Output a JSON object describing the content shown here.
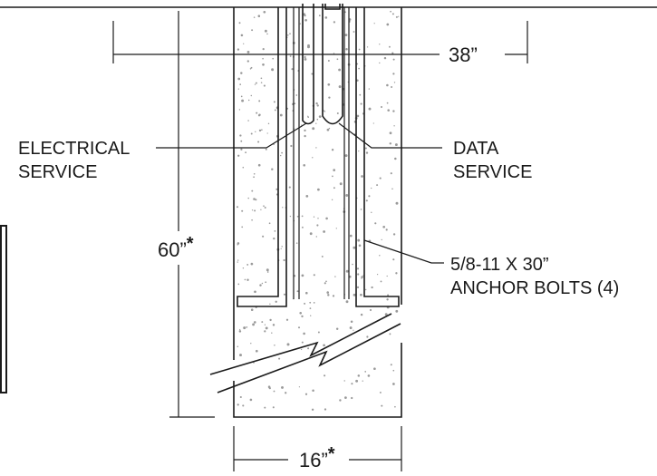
{
  "labels": {
    "electrical_line1": "ELECTRICAL",
    "electrical_line2": "SERVICE",
    "data_line1": "DATA",
    "data_line2": "SERVICE",
    "anchor_line1": "5/8-11 X 30”",
    "anchor_line2": "ANCHOR BOLTS (4)"
  },
  "dimensions": {
    "width_top": "38”",
    "height": "60”",
    "height_mark": "*",
    "width_bottom": "16”",
    "width_bottom_mark": "*"
  },
  "colors": {
    "line": "#1a1a1a",
    "aggregate": "#9a9a9a",
    "background": "#ffffff"
  }
}
